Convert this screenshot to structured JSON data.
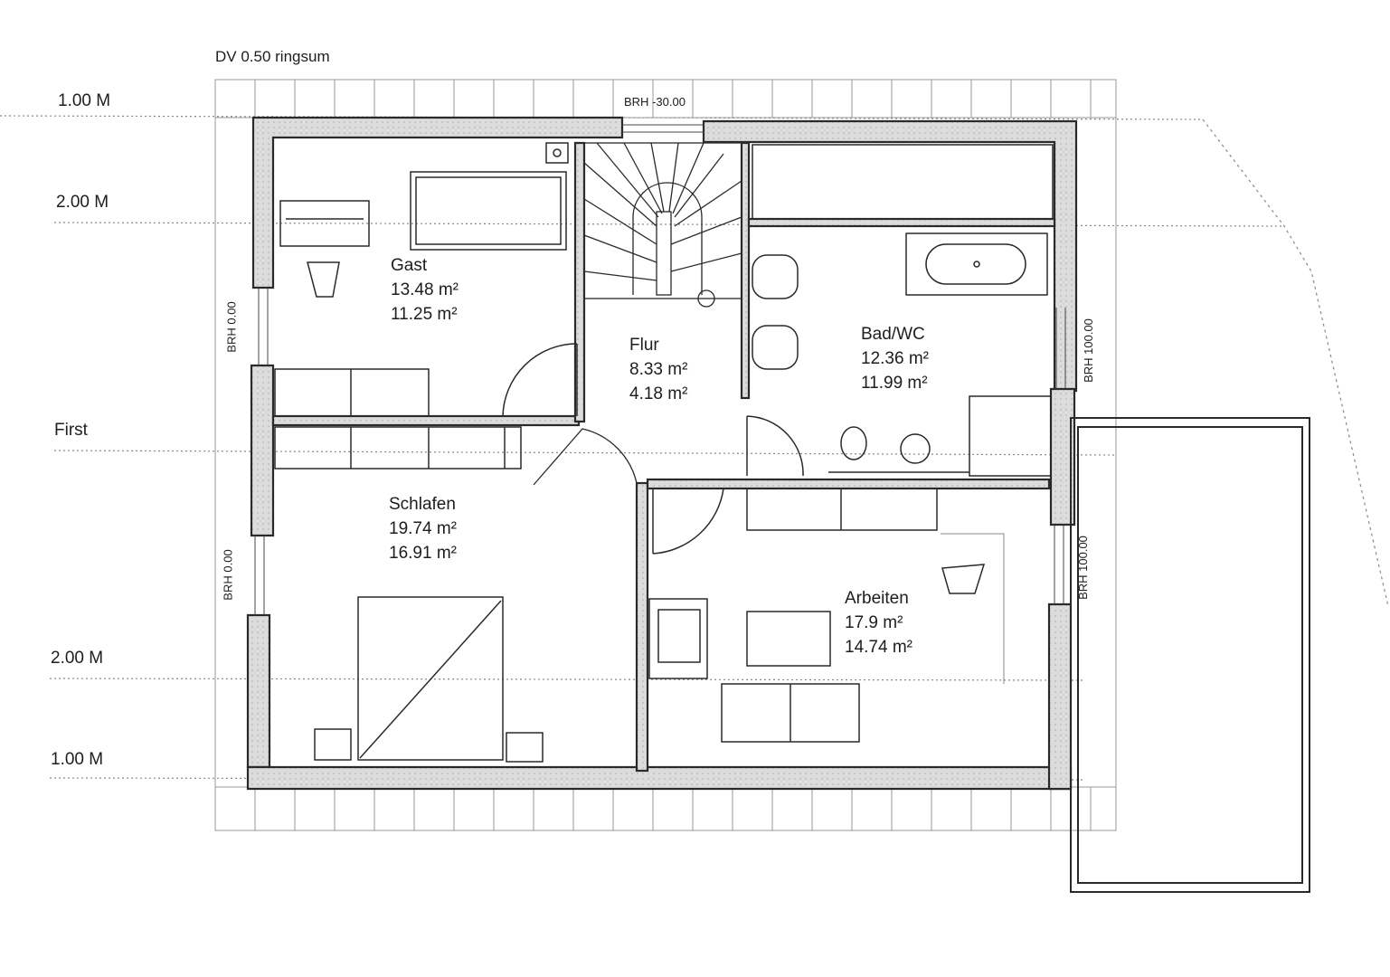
{
  "annotations": {
    "dv": "DV 0.50 ringsum",
    "brh_top": "BRH -30.00",
    "brh_left_1": "BRH 0.00",
    "brh_left_2": "BRH 0.00",
    "brh_right_1": "BRH 100.00",
    "brh_right_2": "BRH 100.00"
  },
  "height_lines": [
    {
      "label": "1.00 M"
    },
    {
      "label": "2.00 M"
    },
    {
      "label": "First"
    },
    {
      "label": "2.00 M"
    },
    {
      "label": "1.00 M"
    }
  ],
  "rooms": {
    "gast": {
      "name": "Gast",
      "area_gross": "13.48 m²",
      "area_net": "11.25 m²"
    },
    "flur": {
      "name": "Flur",
      "area_gross": "8.33 m²",
      "area_net": "4.18 m²"
    },
    "bad": {
      "name": "Bad/WC",
      "area_gross": "12.36 m²",
      "area_net": "11.99 m²"
    },
    "schlafen": {
      "name": "Schlafen",
      "area_gross": "19.74 m²",
      "area_net": "16.91 m²"
    },
    "arbeiten": {
      "name": "Arbeiten",
      "area_gross": "17.9 m²",
      "area_net": "14.74 m²"
    }
  },
  "colors": {
    "wall_fill": "#d6d6d6",
    "line": "#2a2a2a",
    "grid": "#9a9a9a"
  }
}
